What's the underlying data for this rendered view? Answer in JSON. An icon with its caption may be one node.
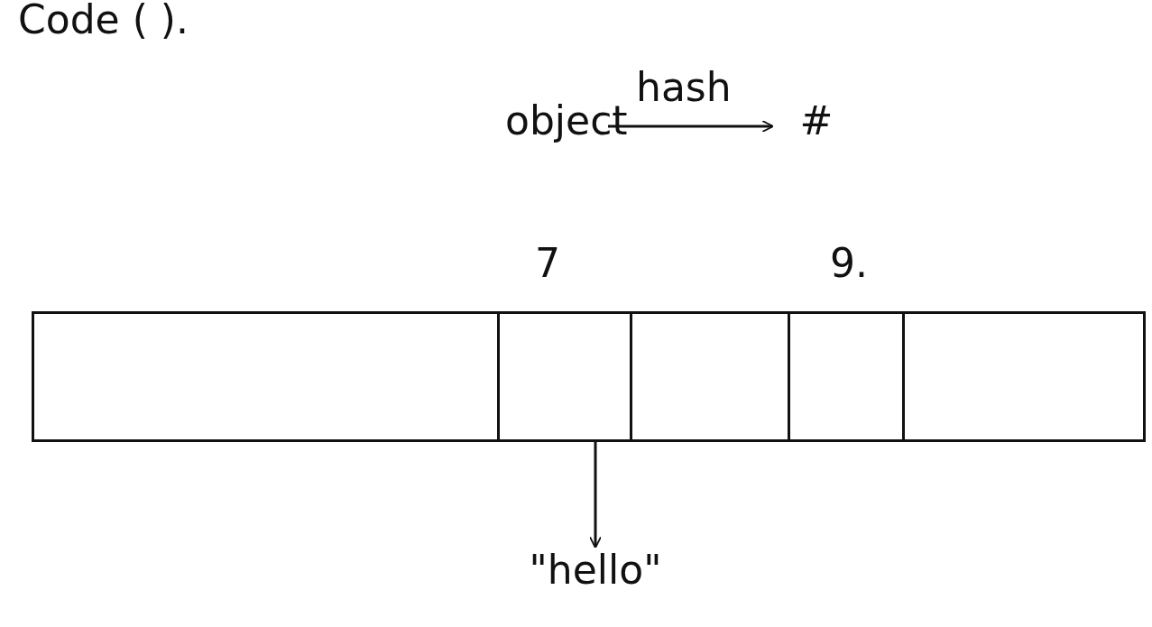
{
  "diagram": {
    "nodes": [
      {
        "text": [
          "object"
        ]
      },
      {
        "text": [
          "#"
        ]
      },
      {
        "text": [],
        "shape": "bar"
      },
      {
        "text": [],
        "shape": "box",
        "in": 2,
        "beside": [
          "7"
        ]
      },
      {
        "text": [],
        "shape": "box",
        "in": 2,
        "beside": [
          "9."
        ]
      },
      {
        "text": [
          "\"hello\""
        ]
      }
    ],
    "edges": [
      {
        "from": 0,
        "to": 1,
        "arrow": "to",
        "label": "hash"
      },
      {
        "from": 3,
        "to": 5,
        "arrow": "to"
      }
    ],
    "labels": [
      "Code ( )."
    ]
  }
}
